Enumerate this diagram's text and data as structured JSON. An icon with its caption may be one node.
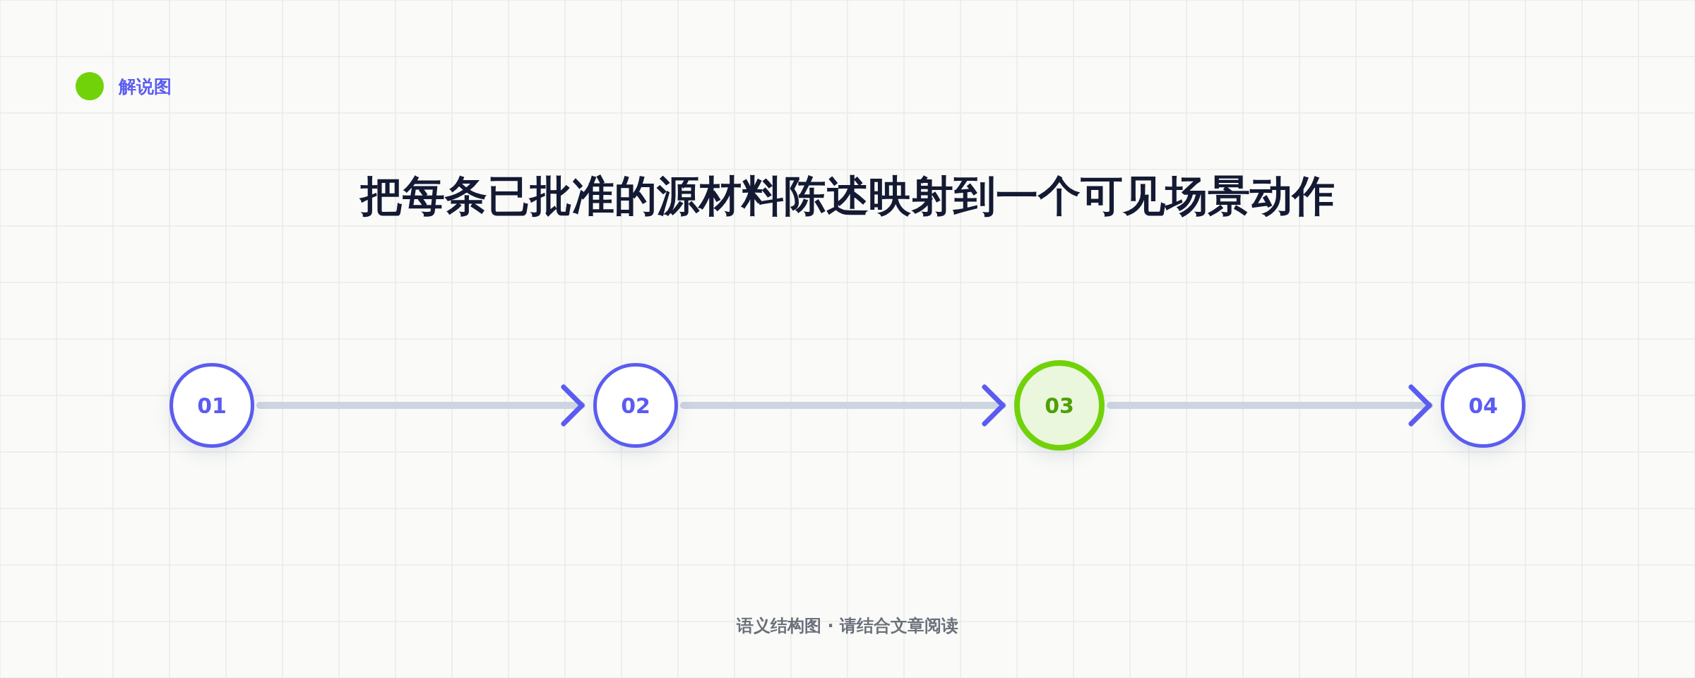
{
  "diagram": {
    "title": "把每条已批准的源材料陈述映射到一个可见场景动作",
    "caption": "语义结构图 · 请结合文章阅读",
    "nodes": [
      {
        "text": [
          "01"
        ]
      },
      {
        "text": [
          "02"
        ]
      },
      {
        "text": [
          "03"
        ]
      },
      {
        "text": [
          "04"
        ]
      }
    ],
    "edges": [
      {
        "from": 0,
        "to": 1,
        "arrow": "to"
      },
      {
        "from": 1,
        "to": 2,
        "arrow": "to"
      },
      {
        "from": 2,
        "to": 3,
        "arrow": "to"
      }
    ],
    "labels": [
      "解说图"
    ]
  }
}
